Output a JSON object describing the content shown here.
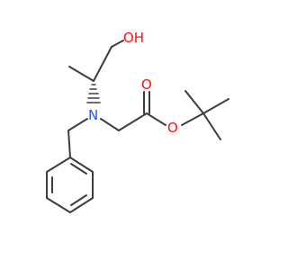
{
  "molecule": {
    "atoms": {
      "hydroxyl": "OH",
      "amine": "N",
      "carbonyl_oxygen": "O",
      "ester_oxygen": "O"
    },
    "colors": {
      "bond": "#3d3d3d",
      "oxygen": "#ff0d0d",
      "nitrogen": "#3050f8",
      "background": "#ffffff"
    }
  }
}
